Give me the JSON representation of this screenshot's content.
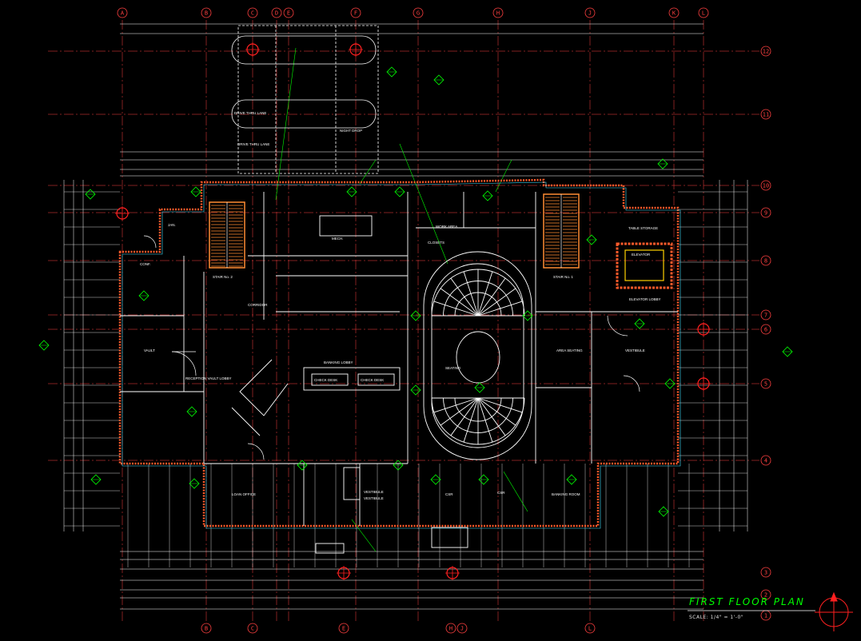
{
  "drawing": {
    "title": "FIRST FLOOR PLAN",
    "scale": "SCALE: 1/4\" = 1'-0\""
  },
  "grid_top": [
    "A",
    "B",
    "C",
    "D",
    "E",
    "F",
    "G",
    "H",
    "J",
    "K",
    "L"
  ],
  "grid_bottom": [
    "B",
    "C",
    "E",
    "H",
    "J",
    "L"
  ],
  "grid_right": [
    "12",
    "11",
    "10",
    "9",
    "8",
    "7",
    "6",
    "5",
    "4",
    "3",
    "2",
    "1"
  ],
  "rooms": {
    "stair2": "STAIR No. 2",
    "stair1": "STAIR No. 1",
    "corridor": "CORRIDOR",
    "vault": "VAULT",
    "reception": "RECEPTION VAULT LOBBY",
    "banking_lobby": "BANKING LOBBY",
    "check_desk1": "CHECK DESK",
    "check_desk2": "CHECK DESK",
    "loan_office": "LOAN OFFICE",
    "vestibule_s": "VESTIBULE",
    "csr1": "CSR",
    "csr2": "CSR",
    "area_seating": "AREA SEATING",
    "seating": "SEATING",
    "vestibule_e": "VESTIBULE",
    "elevator": "ELEVATOR",
    "elevator_lobby": "ELEVATOR LOBBY",
    "storage": "TABLE STORAGE",
    "work_area": "WORK AREA",
    "closets": "CLOSETS",
    "drive_thru1": "DRIVE THRU LANE",
    "drive_thru2": "DRIVE THRU LANE",
    "night_drop": "NIGHT DROP",
    "mech": "MECH.",
    "janitor": "JAN.",
    "vestibule_w": "VESTIBULE",
    "banking_room": "BANKING ROOM",
    "conf": "CONF."
  }
}
